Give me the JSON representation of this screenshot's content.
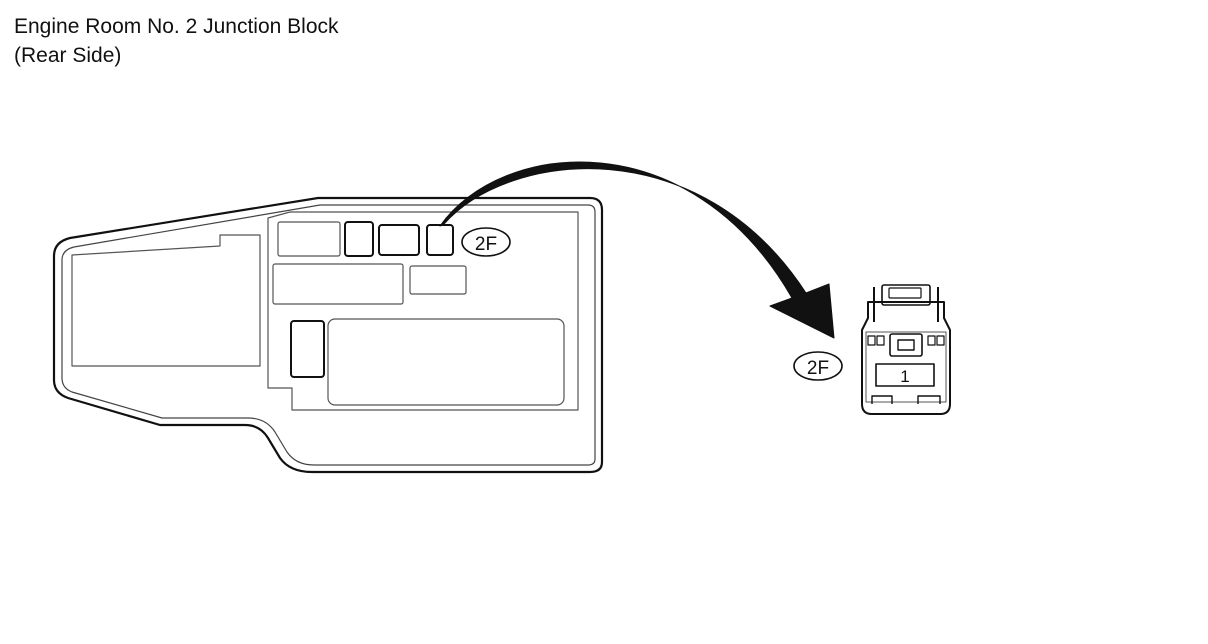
{
  "title": {
    "line1": "Engine Room No. 2 Junction Block",
    "line2": "(Rear Side)"
  },
  "junction_block": {
    "connector_callout": "2F"
  },
  "connector": {
    "callout": "2F",
    "pin_label": "1"
  },
  "colors": {
    "line": "#111111",
    "inner_line": "#555555",
    "background": "#ffffff"
  }
}
